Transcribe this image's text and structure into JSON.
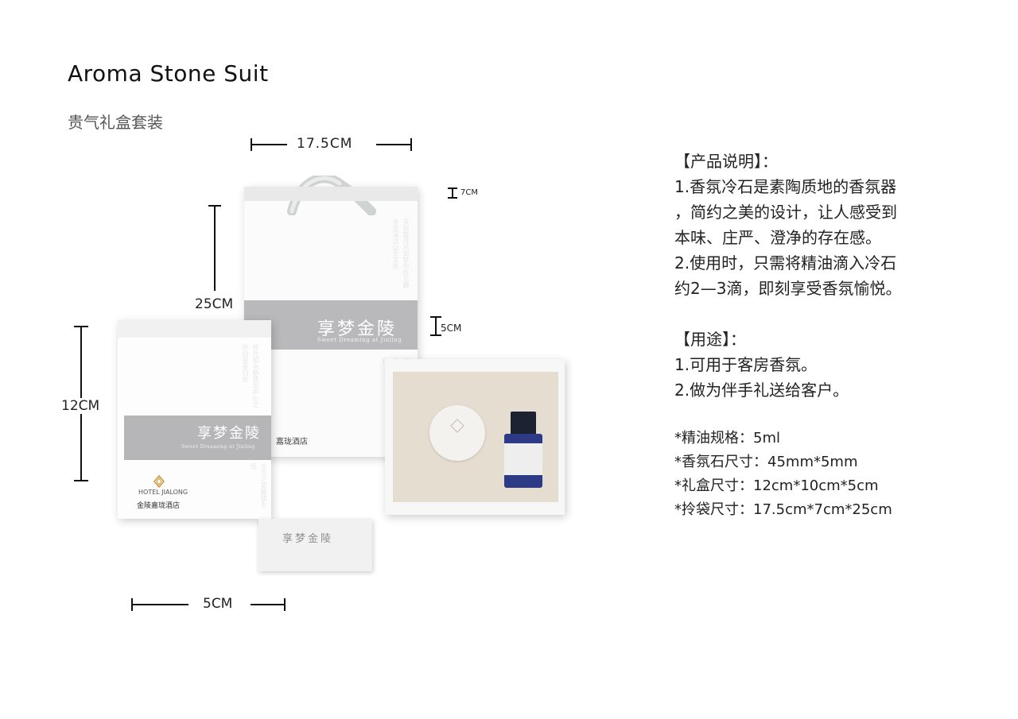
{
  "header": {
    "title": "Aroma Stone Suit",
    "subtitle": "贵气礼盒套装"
  },
  "dimensions": {
    "bag_width": "17.5CM",
    "bag_depth": "7CM",
    "bag_height": "25CM",
    "band_height": "5CM",
    "box_height": "12CM",
    "box_depth": "5CM"
  },
  "packaging": {
    "brand_cn": "享梦金陵",
    "brand_en": "Sweet Dreaming at Jinling",
    "hotel_en": "HOTEL JIALONG",
    "hotel_cn": "金陵嘉珑酒店",
    "bag_hotel_partial": "嘉珑酒店",
    "card_text": "享梦金陵"
  },
  "description": {
    "heading": "【产品说明】：",
    "lines": [
      "1.香氛冷石是素陶质地的香氛器",
      "，简约之美的设计，让人感受到",
      "本味、庄严、澄净的存在感。",
      "2.使用时，只需将精油滴入冷石",
      "约2—3滴，即刻享受香氛愉悦。"
    ]
  },
  "usage": {
    "heading": "【用途】：",
    "lines": [
      "1.可用于客房香氛。",
      "2.做为伴手礼送给客户。"
    ]
  },
  "specs": [
    "*精油规格：5ml",
    "*香氛石尺寸：45mm*5mm",
    "*礼盒尺寸：12cm*10cm*5cm",
    "*拎袋尺寸：17.5cm*7cm*25cm"
  ],
  "colors": {
    "band_gray": "#b9b8ba",
    "tray_beige": "#e5ddd0",
    "bottle_blue": "#2d3a86",
    "logo_gold": "#c8962c"
  }
}
